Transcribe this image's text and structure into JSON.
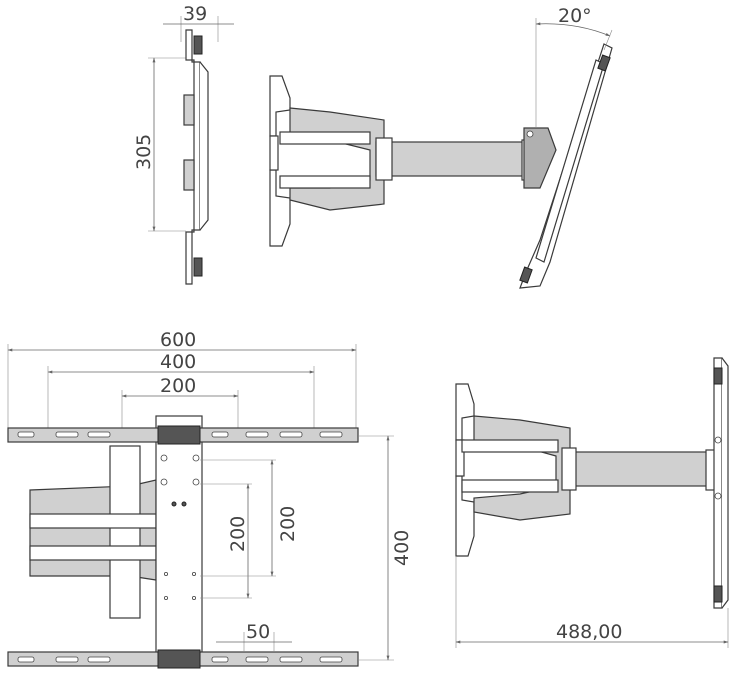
{
  "dimensions": {
    "side_depth": "39",
    "side_height": "305",
    "tilt_angle": "20°",
    "width_600": "600",
    "width_400": "400",
    "width_200": "200",
    "plate_200_a": "200",
    "plate_200_b": "200",
    "slot_50": "50",
    "height_400": "400",
    "extension": "488,00"
  },
  "colors": {
    "line": "#3a3a3a",
    "fill_light": "#d0d0d0",
    "fill_mid": "#b0b0b0",
    "dimension": "#666666"
  }
}
